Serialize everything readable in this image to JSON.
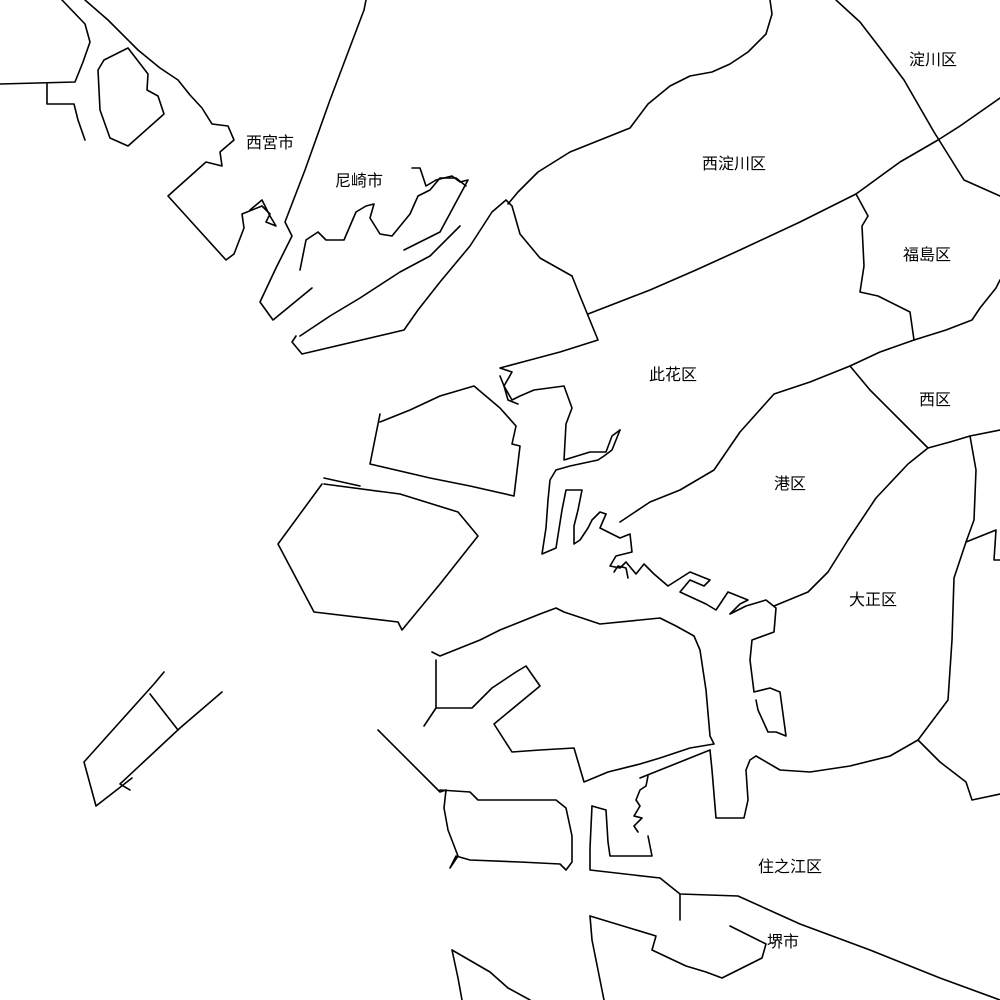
{
  "map": {
    "stroke_color": "#000000",
    "background_color": "#ffffff",
    "labels": {
      "yodogawa": "淀川区",
      "nishiyodogawa": "西淀川区",
      "fukushima": "福島区",
      "konohana": "此花区",
      "nishi": "西区",
      "minato": "港区",
      "taisho": "大正区",
      "suminoe": "住之江区",
      "sakai": "堺市",
      "nishinomiya": "西宮市",
      "amagasaki": "尼崎市"
    }
  }
}
